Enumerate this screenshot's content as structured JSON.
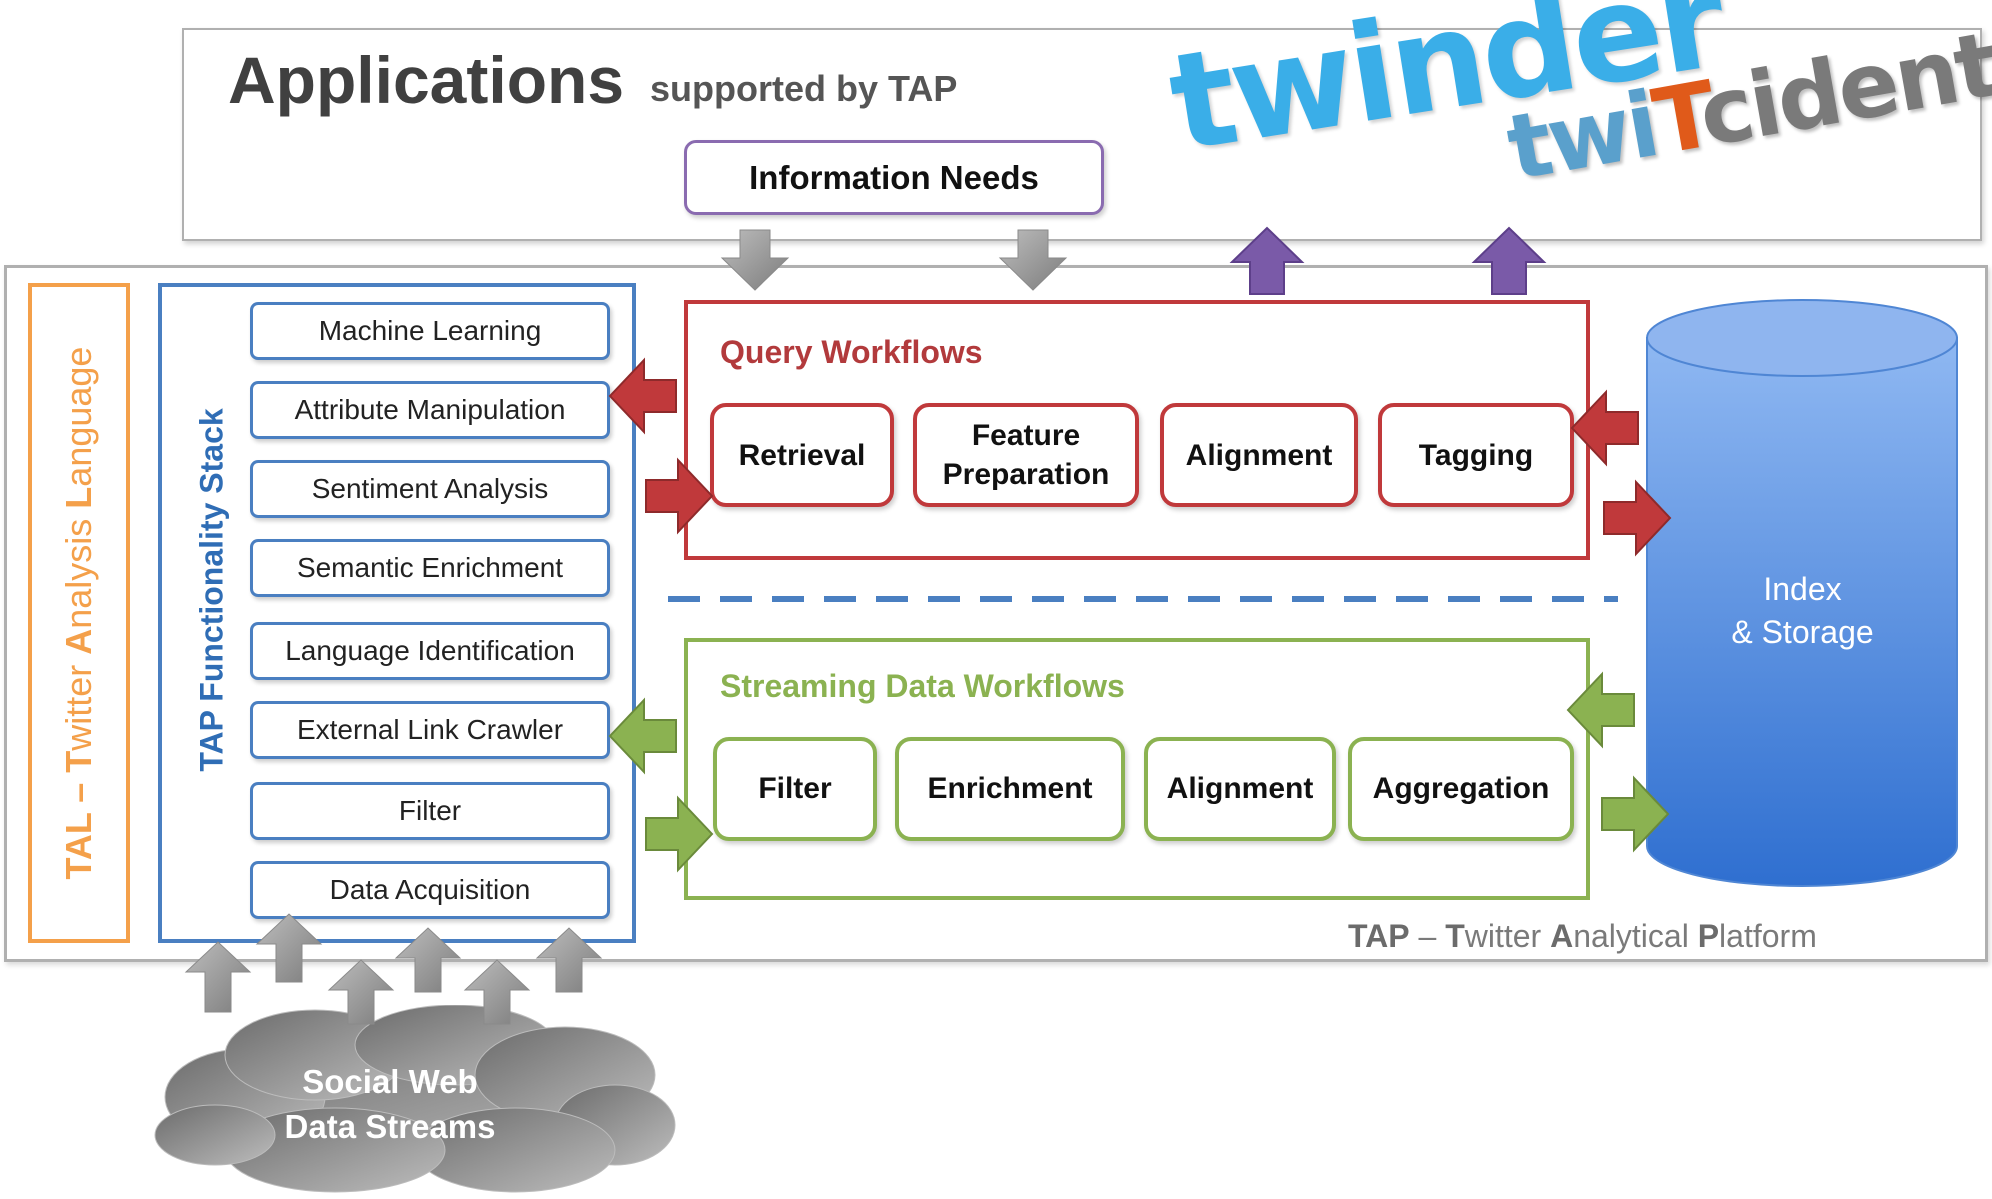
{
  "applications": {
    "title": "Applications",
    "subtitle": "supported by TAP",
    "information_needs": "Information Needs",
    "logos": {
      "twinder": "twinder",
      "twitcident_prefix": "twi",
      "twitcident_t": "T",
      "twitcident_suffix": "cident"
    }
  },
  "tal": {
    "prefix": "TAL",
    "dash": " – ",
    "T": "T",
    "witter": "witter ",
    "A": "A",
    "nalysis": "nalysis ",
    "L": "L",
    "anguage": "anguage"
  },
  "stack": {
    "title": "TAP Functionality Stack",
    "items": [
      "Machine Learning",
      "Attribute Manipulation",
      "Sentiment Analysis",
      "Semantic Enrichment",
      "Language Identification",
      "External Link Crawler",
      "Filter",
      "Data Acquisition"
    ]
  },
  "query_workflows": {
    "title": "Query Workflows",
    "items": [
      "Retrieval",
      "Feature",
      "Preparation",
      "Alignment",
      "Tagging"
    ]
  },
  "streaming_workflows": {
    "title": "Streaming Data Workflows",
    "items": [
      "Filter",
      "Enrichment",
      "Alignment",
      "Aggregation"
    ]
  },
  "storage": {
    "line1": "Index",
    "line2": "& Storage"
  },
  "tap": {
    "prefix": "TAP",
    "dash": " – ",
    "T": "T",
    "witter": "witter ",
    "A": "A",
    "nalytical": "nalytical ",
    "P": "P",
    "latform": "latform"
  },
  "source": {
    "line1": "Social Web",
    "line2": "Data Streams"
  },
  "colors": {
    "query": "#c0393b",
    "streaming": "#8bb251",
    "stack": "#4a7fc1",
    "tal": "#f4a04a",
    "apps": "#8a6bb0",
    "storage": "#5b95e0"
  }
}
